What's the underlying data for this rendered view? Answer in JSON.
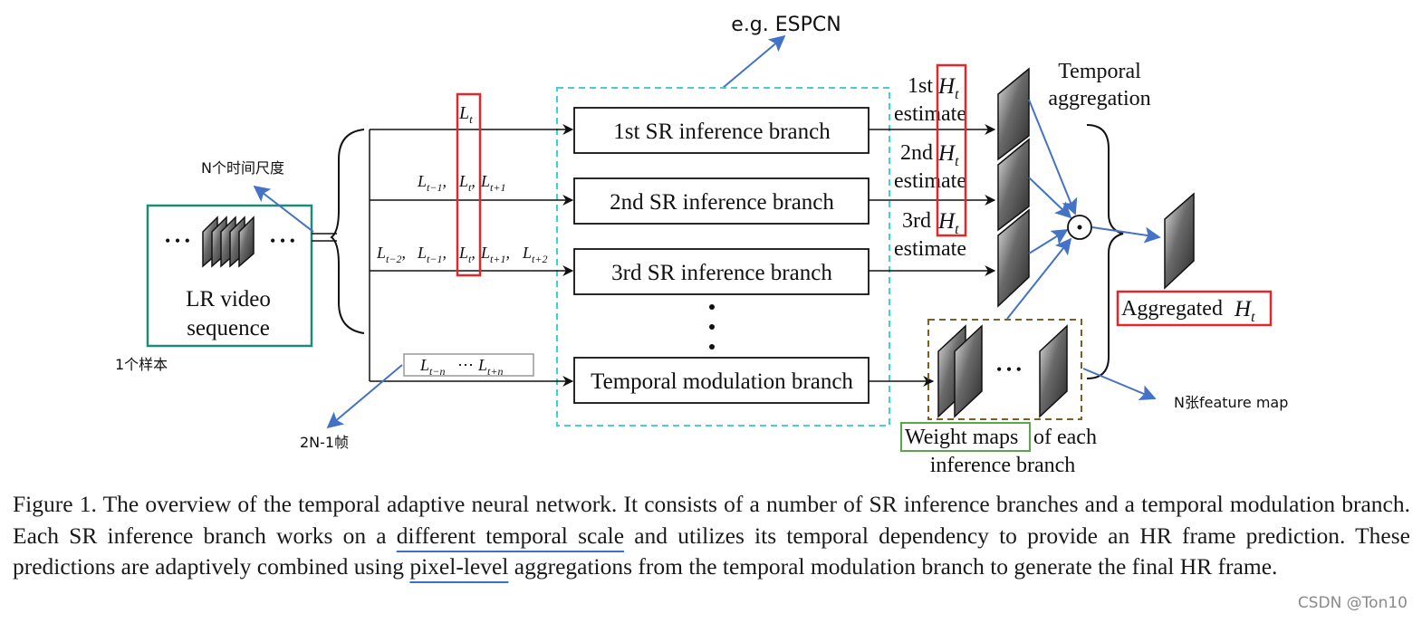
{
  "annotations": {
    "espcn": "e.g. ESPCN",
    "n_time_scales": "N个时间尺度",
    "one_sample": "1个样本",
    "frames_2n1": "2N-1帧",
    "n_feature_maps": "N张feature map"
  },
  "input": {
    "dots_left": "• • •",
    "dots_right": "• • •",
    "label_line1": "LR video",
    "label_line2": "sequence"
  },
  "branches": {
    "b1": "1st SR inference branch",
    "b2": "2nd SR inference branch",
    "b3": "3rd SR inference branch",
    "temporal": "Temporal modulation branch"
  },
  "estimates": {
    "e1_prefix": "1st",
    "e2_prefix": "2nd",
    "e3_prefix": "3rd",
    "word": "estimate"
  },
  "aggregation": {
    "title_line1": "Temporal",
    "title_line2": "aggregation",
    "result_label": "Aggregated",
    "symbol_H": "H",
    "subscript_t": "t"
  },
  "weights": {
    "boxed": "Weight maps",
    "rest_line1": "of each",
    "line2": "inference branch",
    "dots": "• • •"
  },
  "caption": {
    "part1": "Figure 1. The overview of the temporal adaptive neural network.  It consists of a number of SR inference branches and a temporal modulation branch.  Each SR inference branch works on a ",
    "underline1": "different temporal scale",
    "part2": " and utilizes its temporal dependency to provide an HR frame prediction. These predictions are adaptively combined using ",
    "underline2": "pixel-level",
    "part3": " aggregations from the temporal modulation branch to generate the final HR frame."
  },
  "watermark": "CSDN @Ton10",
  "colors": {
    "red_box": "#e0282b",
    "cyan_box": "#3fd0d8",
    "teal_box": "#1e8a7a",
    "blue_arrow": "#4472c4",
    "green_box": "#5aa64a",
    "brown_box": "#7a6028"
  }
}
